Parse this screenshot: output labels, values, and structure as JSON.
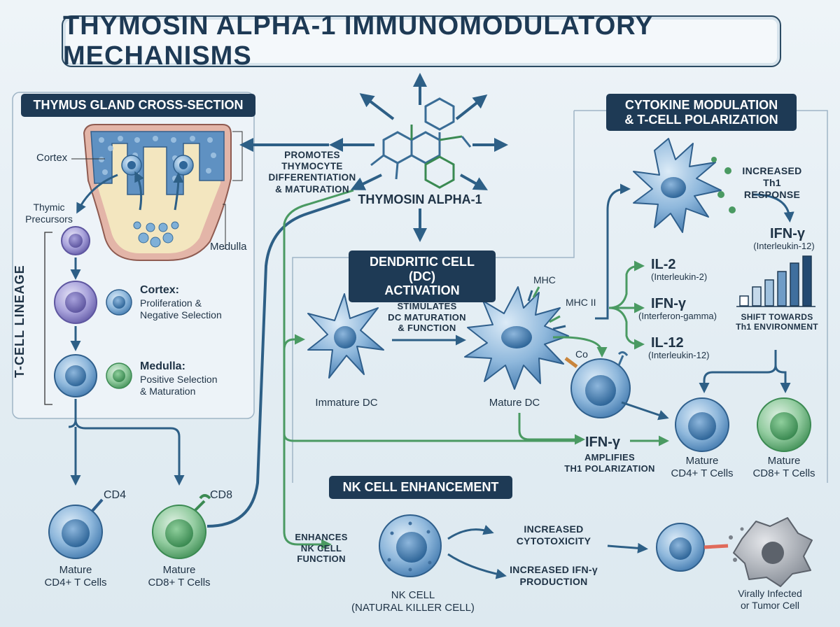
{
  "title": "THYMOSIN ALPHA-1 IMMUNOMODULATORY MECHANISMS",
  "center": {
    "label": "THYMOSIN ALPHA-1",
    "promotes_text": "PROMOTES\nTHYMOCYTE\nDIFFERENTIATION\n& MATURATION"
  },
  "thymus": {
    "header": "THYMUS GLAND CROSS-SECTION",
    "cortex_label": "Cortex",
    "medulla_label": "Medulla",
    "precursors_label": "Thymic\nPrecursors",
    "lineage_label": "T-CELL LINEAGE",
    "cortex_title": "Cortex:",
    "cortex_desc": "Proliferation &\nNegative Selection",
    "medulla_title": "Medulla:",
    "medulla_desc": "Positive Selection\n& Maturation"
  },
  "mature_cells": {
    "cd4_marker": "CD4",
    "cd8_marker": "CD8",
    "cd4_label": "Mature\nCD4+ T Cells",
    "cd8_label": "Mature\nCD8+ T Cells"
  },
  "dc": {
    "header": "DENDRITIC CELL (DC)\nACTIVATION",
    "stimulates": "STIMULATES\nDC MATURATION\n& FUNCTION",
    "immature_label": "Immature DC",
    "mature_label": "Mature DC",
    "mhc": "MHC",
    "mhc2": "MHC II",
    "co": "Co",
    "ifn": "IFN-γ",
    "amplifies": "AMPLIFIES\nTH1 POLARIZATION",
    "cd4_label": "Mature\nCD4+ T Cells",
    "cd8_label": "Mature\nCD8+ T Cells"
  },
  "cytokine": {
    "header": "CYTOKINE MODULATION\n& T-CELL POLARIZATION",
    "increased_th1": "INCREASED\nTh1 RESPONSE",
    "ifn_top": "IFN-γ",
    "ifn_top_sub": "(Interleukin-12)",
    "il2": "IL-2",
    "il2_sub": "(Interleukin-2)",
    "ifng": "IFN-γ",
    "ifng_sub": "(Interferon-gamma)",
    "il12": "IL-12",
    "il12_sub": "(Interleukin-12)",
    "shift": "SHIFT TOWARDS\nTh1 ENVIRONMENT"
  },
  "nk": {
    "header": "NK CELL ENHANCEMENT",
    "enhances": "ENHANCES\nNK CELL\nFUNCTION",
    "cell_label": "NK CELL\n(NATURAL KILLER CELL)",
    "cytotoxicity": "INCREASED\nCYTOTOXICITY",
    "production": "INCREASED IFN-γ\nPRODUCTION",
    "target_label": "Virally Infected\nor Tumor Cell"
  },
  "colors": {
    "navy": "#1e3a55",
    "arrow_blue": "#2d5f86",
    "arrow_green": "#4a9a62",
    "cell_blue": "#5e93c4",
    "cell_green": "#5fae74",
    "cell_purple": "#8e86c8"
  }
}
